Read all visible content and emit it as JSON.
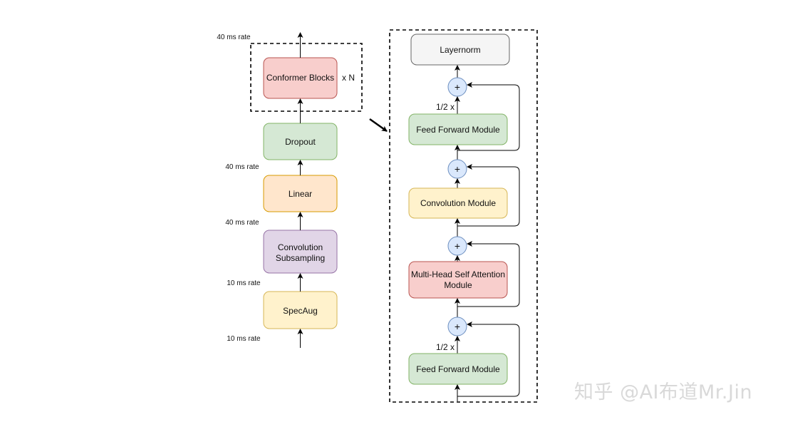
{
  "left": {
    "blocks": {
      "conformer": "Conformer Blocks",
      "dropout": "Dropout",
      "linear": "Linear",
      "conv_sub_line1": "Convolution",
      "conv_sub_line2": "Subsampling",
      "specaug": "SpecAug"
    },
    "repeat_label": "x N",
    "rates": {
      "top": "40 ms rate",
      "after_dropout": "40 ms rate",
      "after_linear": "40 ms rate",
      "after_conv": "10 ms rate",
      "input": "10 ms rate"
    }
  },
  "right": {
    "blocks": {
      "layernorm": "Layernorm",
      "ffm_top": "Feed Forward Module",
      "conv_module": "Convolution Module",
      "mhsa_line1": "Multi-Head Self Attention",
      "mhsa_line2": "Module",
      "ffm_bottom": "Feed Forward Module"
    },
    "half_top": "1/2 x",
    "half_bottom": "1/2 x",
    "plus": "+"
  },
  "watermark": "知乎 @AI布道Mr.Jin",
  "colors": {
    "red_fill": "#f8cecc",
    "red_stroke": "#b85450",
    "green_fill": "#d5e8d4",
    "green_stroke": "#82b366",
    "orange_fill": "#ffe6cc",
    "orange_stroke": "#d79b00",
    "purple_fill": "#e1d5e7",
    "purple_stroke": "#9673a6",
    "yellow_fill": "#fff2cc",
    "yellow_stroke": "#d6b656",
    "gray_fill": "#f5f5f5",
    "gray_stroke": "#666666",
    "blue_fill": "#dae8fc",
    "blue_stroke": "#6c8ebf"
  }
}
